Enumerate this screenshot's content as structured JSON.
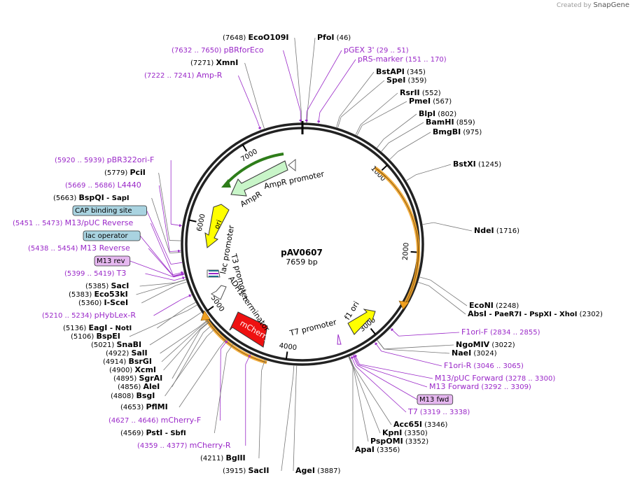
{
  "credit": {
    "prefix": "Created by",
    "brand": "SnapGene"
  },
  "plasmid": {
    "name": "pAV0607",
    "length": "7659 bp"
  },
  "ticks": [
    "1000",
    "2000",
    "3000",
    "4000",
    "5000",
    "6000",
    "7000"
  ],
  "features": [
    {
      "label": "AmpR promoter",
      "color": "#ffffff"
    },
    {
      "label": "AmpR",
      "color": "#c8f5c8"
    },
    {
      "label": "ori",
      "color": "#ffff00"
    },
    {
      "label": "lac promoter",
      "color": "#ffffff"
    },
    {
      "label": "T3 promoter",
      "color": "#ffffff"
    },
    {
      "label": "ADH1 terminator",
      "color": "#ffffff"
    },
    {
      "label": "mCherry",
      "color": "#ee1111"
    },
    {
      "label": "T7 promoter",
      "color": "#ffffff"
    },
    {
      "label": "f1 ori",
      "color": "#ffff00"
    }
  ],
  "left_labels": [
    {
      "pos": "(7648)",
      "name": "EcoO109I",
      "kind": "site"
    },
    {
      "pos": "(7632 .. 7650)",
      "name": "pBRforEco",
      "kind": "primer"
    },
    {
      "pos": "(7271)",
      "name": "XmnI",
      "kind": "site"
    },
    {
      "pos": "(7222 .. 7241)",
      "name": "Amp-R",
      "kind": "primer"
    },
    {
      "pos": "(5920 .. 5939)",
      "name": "pBR322ori-F",
      "kind": "primer"
    },
    {
      "pos": "(5779)",
      "name": "PciI",
      "kind": "site"
    },
    {
      "pos": "(5669 .. 5686)",
      "name": "L4440",
      "kind": "primer"
    },
    {
      "pos": "(5663)",
      "name": "BspQI",
      "name2": "SapI",
      "kind": "site"
    },
    {
      "pos": "",
      "name": "CAP binding site",
      "kind": "box-blue"
    },
    {
      "pos": "(5451 .. 5473)",
      "name": "M13/pUC Reverse",
      "kind": "primer"
    },
    {
      "pos": "",
      "name": "lac operator",
      "kind": "box-blue"
    },
    {
      "pos": "(5438 .. 5454)",
      "name": "M13 Reverse",
      "kind": "primer"
    },
    {
      "pos": "",
      "name": "M13 rev",
      "kind": "box-purple"
    },
    {
      "pos": "(5399 .. 5419)",
      "name": "T3",
      "kind": "primer"
    },
    {
      "pos": "(5385)",
      "name": "SacI",
      "kind": "site"
    },
    {
      "pos": "(5383)",
      "name": "Eco53kI",
      "kind": "site"
    },
    {
      "pos": "(5360)",
      "name": "I-SceI",
      "kind": "site"
    },
    {
      "pos": "(5210 .. 5234)",
      "name": "pHybLex-R",
      "kind": "primer"
    },
    {
      "pos": "(5136)",
      "name": "EagI",
      "name2": "NotI",
      "kind": "site"
    },
    {
      "pos": "(5106)",
      "name": "BspEI",
      "kind": "site"
    },
    {
      "pos": "(5021)",
      "name": "SnaBI",
      "kind": "site"
    },
    {
      "pos": "(4922)",
      "name": "SalI",
      "kind": "site"
    },
    {
      "pos": "(4914)",
      "name": "BsrGI",
      "kind": "site"
    },
    {
      "pos": "(4900)",
      "name": "XcmI",
      "kind": "site"
    },
    {
      "pos": "(4895)",
      "name": "SgrAI",
      "kind": "site"
    },
    {
      "pos": "(4856)",
      "name": "AleI",
      "kind": "site"
    },
    {
      "pos": "(4808)",
      "name": "BsgI",
      "kind": "site"
    },
    {
      "pos": "(4653)",
      "name": "PflMI",
      "kind": "site"
    },
    {
      "pos": "(4627 .. 4646)",
      "name": "mCherry-F",
      "kind": "primer"
    },
    {
      "pos": "(4569)",
      "name": "PstI",
      "name2": "SbfI",
      "kind": "site"
    },
    {
      "pos": "(4359 .. 4377)",
      "name": "mCherry-R",
      "kind": "primer"
    },
    {
      "pos": "(4211)",
      "name": "BglII",
      "kind": "site"
    },
    {
      "pos": "(3915)",
      "name": "SacII",
      "kind": "site"
    }
  ],
  "right_labels": [
    {
      "name": "PfoI",
      "pos": "(46)",
      "kind": "site"
    },
    {
      "name": "pGEX 3'",
      "pos": "(29 .. 51)",
      "kind": "primer"
    },
    {
      "name": "pRS-marker",
      "pos": "(151 .. 170)",
      "kind": "primer"
    },
    {
      "name": "BstAPI",
      "pos": "(345)",
      "kind": "site"
    },
    {
      "name": "SpeI",
      "pos": "(359)",
      "kind": "site"
    },
    {
      "name": "RsrII",
      "pos": "(552)",
      "kind": "site"
    },
    {
      "name": "PmeI",
      "pos": "(567)",
      "kind": "site"
    },
    {
      "name": "BlpI",
      "pos": "(802)",
      "kind": "site"
    },
    {
      "name": "BamHI",
      "pos": "(859)",
      "kind": "site"
    },
    {
      "name": "BmgBI",
      "pos": "(975)",
      "kind": "site"
    },
    {
      "name": "BstXI",
      "pos": "(1245)",
      "kind": "site"
    },
    {
      "name": "NdeI",
      "pos": "(1716)",
      "kind": "site"
    },
    {
      "name": "EcoNI",
      "pos": "(2248)",
      "kind": "site"
    },
    {
      "name": "AbsI",
      "name2": "PaeR7I",
      "name3": "PspXI",
      "name4": "XhoI",
      "pos": "(2302)",
      "kind": "site"
    },
    {
      "name": "F1ori-F",
      "pos": "(2834 .. 2855)",
      "kind": "primer"
    },
    {
      "name": "NgoMIV",
      "pos": "(3022)",
      "kind": "site"
    },
    {
      "name": "NaeI",
      "pos": "(3024)",
      "kind": "site"
    },
    {
      "name": "F1ori-R",
      "pos": "(3046 .. 3065)",
      "kind": "primer"
    },
    {
      "name": "M13/pUC Forward",
      "pos": "(3278 .. 3300)",
      "kind": "primer"
    },
    {
      "name": "M13 Forward",
      "pos": "(3292 .. 3309)",
      "kind": "primer"
    },
    {
      "name": "M13 fwd",
      "pos": "",
      "kind": "box-purple"
    },
    {
      "name": "T7",
      "pos": "(3319 .. 3338)",
      "kind": "primer"
    },
    {
      "name": "Acc65I",
      "pos": "(3346)",
      "kind": "site"
    },
    {
      "name": "KpnI",
      "pos": "(3350)",
      "kind": "site"
    },
    {
      "name": "PspOMI",
      "pos": "(3352)",
      "kind": "site"
    },
    {
      "name": "ApaI",
      "pos": "(3356)",
      "kind": "site"
    },
    {
      "name": "AgeI",
      "pos": "(3887)",
      "kind": "site"
    }
  ],
  "colors": {
    "site": "#000000",
    "primer": "#9a28c8",
    "box_blue": "#a9d3e0",
    "box_purple": "#e6b8f0",
    "backbone": "#222222",
    "orange": "#f0a020"
  }
}
